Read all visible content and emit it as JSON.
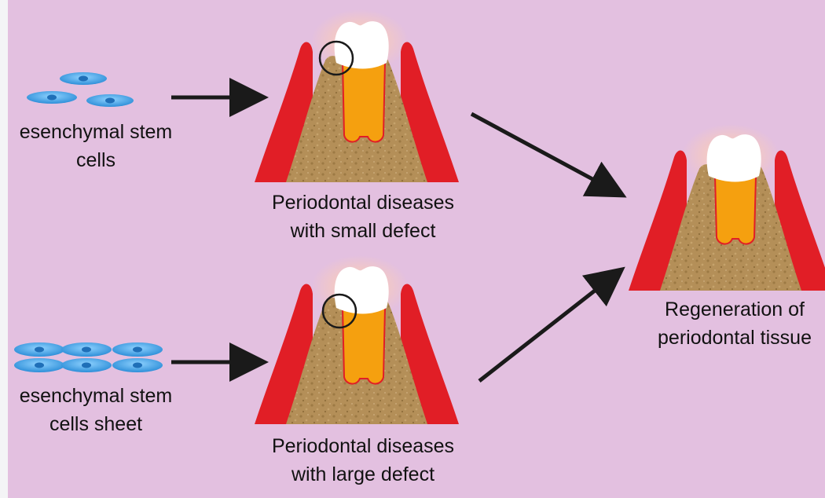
{
  "labels": {
    "stem_cells": [
      "esenchymal stem",
      "cells"
    ],
    "stem_cells_sheet": [
      "esenchymal stem",
      "cells sheet"
    ],
    "small_defect": [
      "Periodontal diseases",
      "with small defect"
    ],
    "large_defect": [
      "Periodontal diseases",
      "with large defect"
    ],
    "regeneration": [
      "Regeneration of",
      "periodontal tissue"
    ]
  },
  "colors": {
    "background": "#e3c0e0",
    "gingiva": "#e11e26",
    "bone": "#b48f58",
    "pulp": "#f5a00f",
    "enamel": "#ffffff",
    "cells": "#3aa0e0",
    "arrow": "#1a1a1a"
  },
  "icons": {
    "cells_group": "mesenchymal-cells-icon",
    "cells_sheet": "cell-sheet-icon",
    "tooth_small_defect": "tooth-small-defect-icon",
    "tooth_large_defect": "tooth-large-defect-icon",
    "tooth_regenerated": "tooth-regenerated-icon"
  }
}
